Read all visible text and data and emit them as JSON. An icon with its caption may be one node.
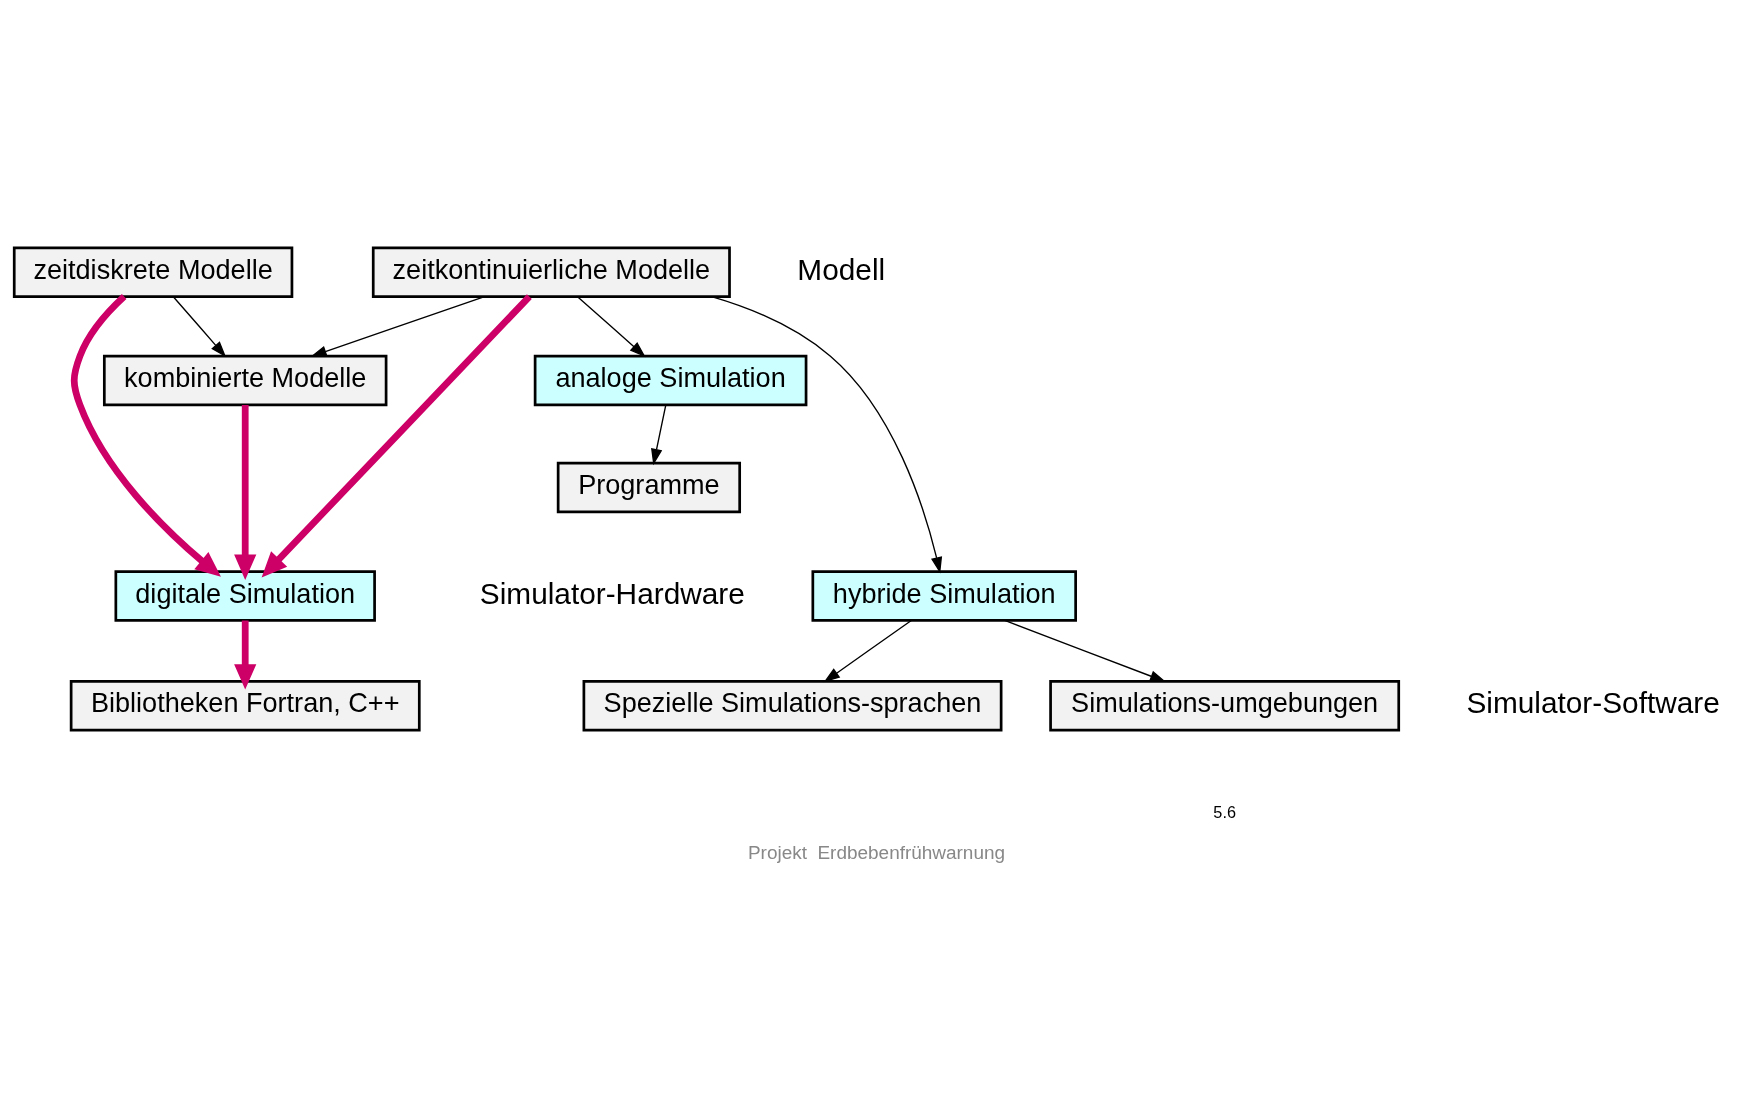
{
  "diagram": {
    "caption": "Projekt  Erdbebenfrühwarnung",
    "nodes": [
      {
        "text": [
          "zeitdiskrete Modelle"
        ]
      },
      {
        "text": [
          "zeitkontinuierliche Modelle"
        ]
      },
      {
        "text": [
          "kombinierte Modelle"
        ]
      },
      {
        "text": [
          "analoge Simulation"
        ]
      },
      {
        "text": [
          "hybride Simulation"
        ]
      },
      {
        "text": [
          "digitale Simulation"
        ]
      },
      {
        "text": [
          "Programme"
        ]
      },
      {
        "text": [
          "Spezielle Simulations-sprachen"
        ]
      },
      {
        "text": [
          "Bibliotheken Fortran, C++"
        ]
      },
      {
        "text": [
          "Simulations-umgebungen"
        ]
      }
    ],
    "edges": [
      {
        "from": 0,
        "to": 2,
        "arrow": "to"
      },
      {
        "from": 1,
        "to": 2,
        "arrow": "to"
      },
      {
        "from": 0,
        "to": 5,
        "arrow": "to",
        "style": "thick",
        "color": "#cc0066"
      },
      {
        "from": 2,
        "to": 5,
        "arrow": "to",
        "style": "thick",
        "color": "#cc0066"
      },
      {
        "from": 1,
        "to": 5,
        "arrow": "to",
        "style": "thick",
        "color": "#cc0066"
      },
      {
        "from": 1,
        "to": 4,
        "arrow": "to"
      },
      {
        "from": 1,
        "to": 3,
        "arrow": "to"
      },
      {
        "from": 3,
        "to": 6,
        "arrow": "to"
      },
      {
        "from": 4,
        "to": 7,
        "arrow": "to"
      },
      {
        "from": 4,
        "to": 9,
        "arrow": "to"
      },
      {
        "from": 5,
        "to": 8,
        "arrow": "to",
        "style": "thick",
        "color": "#cc0066"
      }
    ],
    "labels": [
      "Modell",
      "Simulator-Hardware",
      "Simulator-Software",
      "5.6"
    ]
  }
}
